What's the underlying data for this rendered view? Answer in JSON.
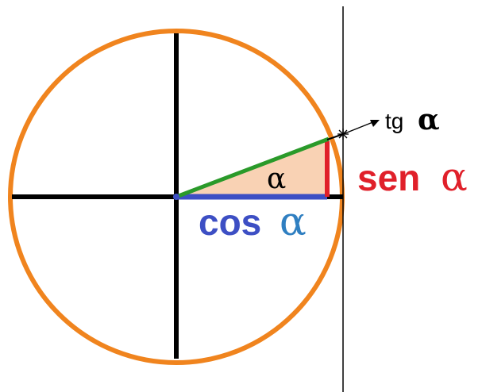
{
  "labels": {
    "alpha_angle": "α",
    "cos_word": "cos",
    "cos_alpha": "α",
    "sen_word": "sen",
    "sen_alpha": "α",
    "tg_word": "tg",
    "tg_alpha": "α"
  },
  "colors": {
    "circle": "#f0841e",
    "axes": "#000000",
    "tangent_line": "#000000",
    "cos_segment": "#3d4fc4",
    "sen_segment": "#e0202a",
    "radius": "#2a9a2a",
    "angle_fill": "#f9d2b4",
    "cos_text": "#3d4fc4",
    "cos_alpha_text": "#2f7fc1",
    "sen_text": "#e0202a",
    "tg_text": "#000000"
  }
}
